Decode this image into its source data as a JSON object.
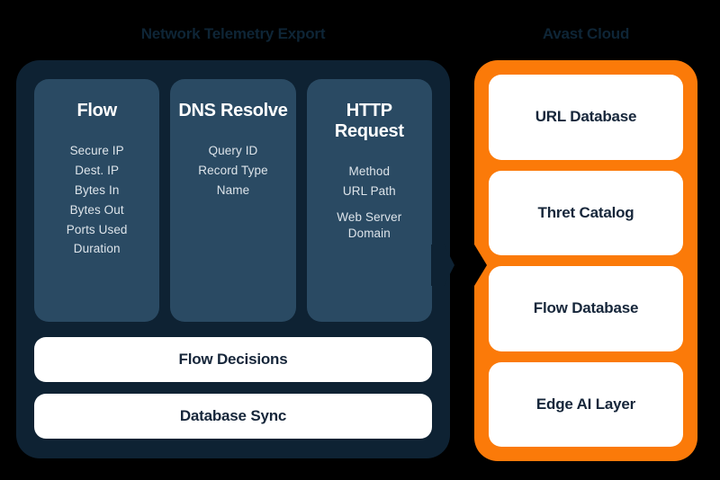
{
  "diagram": {
    "background_color": "#000000",
    "left": {
      "title": "Network Telemetry Export",
      "panel_color": "#0E2233",
      "card_color": "#2A4A63",
      "cards": [
        {
          "title": "Flow",
          "items": [
            "Secure IP",
            "Dest. IP",
            "Bytes In",
            "Bytes Out",
            "Ports Used",
            "Duration"
          ]
        },
        {
          "title": "DNS Resolve",
          "items": [
            "Query ID",
            "Record Type",
            "Name"
          ]
        },
        {
          "title": "HTTP Request",
          "items": [
            "Method",
            "URL Path",
            "Web Server",
            "Domain"
          ]
        }
      ],
      "bars": [
        {
          "label": "Flow Decisions"
        },
        {
          "label": "Database Sync"
        }
      ]
    },
    "right": {
      "title": "Avast Cloud",
      "panel_color": "#FB7A09",
      "cards": [
        {
          "label": "URL Database"
        },
        {
          "label": "Thret Catalog"
        },
        {
          "label": "Flow Database"
        },
        {
          "label": "Edge AI Layer"
        }
      ]
    },
    "connector": {
      "name": "arrow-right",
      "direction": "left-to-right"
    }
  }
}
